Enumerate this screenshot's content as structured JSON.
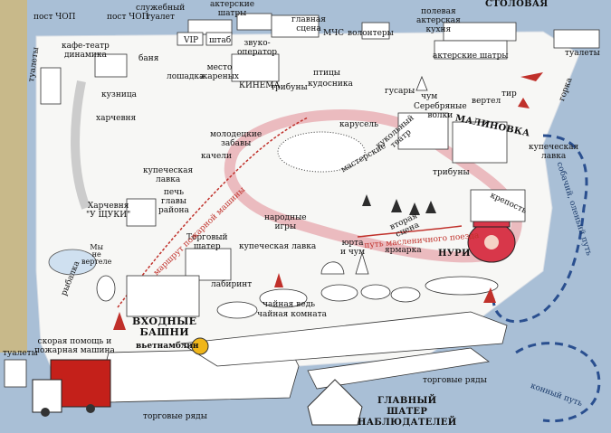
{
  "labels": {
    "post_chop_left": "пост ЧОП",
    "post_chop_mid": "пост ЧОП",
    "service_toilet": "служебный\nтуалет",
    "actor_tents_top": "актерские\nшатры",
    "main_stage": "главная\nсцена",
    "mchs": "МЧС",
    "volunteers": "волонтеры",
    "field_kitchen": "полевая\nактерская\nкухня",
    "canteen": "СТОЛОВАЯ",
    "toilets_right": "туалеты",
    "toilets_left_top": "туалеты",
    "cafe_theatre": "кафе-театр\nдинамика",
    "vip": "VIP",
    "staff": "штаб",
    "sound_operator": "звуко-\nоператор",
    "birds": "птицы",
    "actor_tents_right": "актерские шатры",
    "bathhouse": "баня",
    "horse": "лошадка",
    "roast_place": "место\nжареных",
    "cinema": "КИНЕМА",
    "stands": "трибуны",
    "kudosnika": "кудосника",
    "hussars": "гусары",
    "chum_top": "чум",
    "spit": "вертел",
    "tir": "тир",
    "hill": "горка",
    "smithy": "кузница",
    "tavern_top": "харчевня",
    "merry_games": "молодецкие\nзабавы",
    "carousel": "карусель",
    "silver_wolves": "Серебряные\nволки",
    "puppet_theatre": "кукольный\nтеатр",
    "malinovka": "МАЛИНОВКА",
    "swings": "качели",
    "merchant_shop_left": "купеческая\nлавка",
    "workshops": "мастерские",
    "stands_mid": "трибуны",
    "merchant_shop_right": "купеческая\nлавка",
    "stove": "печь\nглавы\nрайона",
    "second_stage": "вторая\nсцена",
    "fortress": "крепость",
    "tavern_shchuki": "Харчевня\n\"У ЩУКИ\"",
    "folk_games": "народные\nигры",
    "yurt_chum": "юрта\nи чум",
    "fair": "ярмарка",
    "nuri": "НУРИ",
    "trade_tent": "Торговый\nшатер",
    "merchant_shop_mid": "купеческая лавка",
    "labyrinth": "лабиринт",
    "tea_house": "чайная ведь",
    "tea_chamber": "чайная комната",
    "fishing": "рыбалка",
    "pond_sign": "Мы\nне\nвертеле",
    "entrance_towers": "ВХОДНЫЕ\nБАШНИ",
    "vietnamblin": "вьетнамблин",
    "toilets_bottom": "туалеты",
    "ambulance_fire": "скорая помощь и\nпожарная машина",
    "trade_rows_left": "торговые ряды",
    "trade_rows_right": "торговые ряды",
    "main_observer_tent": "ГЛАВНЫЙ\nШАТЕР\nНАБЛЮДАТЕЛЕЙ",
    "fire_route": "маршрут пожарной машины",
    "pancake_route": "путь масленичного поезда",
    "dog_route": "собачий, оленьий путь",
    "horse_route": "конный путь"
  },
  "colors": {
    "ice": "#a9bfd6",
    "snow": "#f7f7f5",
    "sand": "#c8b98a",
    "route_red": "#c0302a",
    "route_pink": "#e9b4b9",
    "blue_dash": "#2a4f8f",
    "fire_truck": "#c4201a"
  }
}
